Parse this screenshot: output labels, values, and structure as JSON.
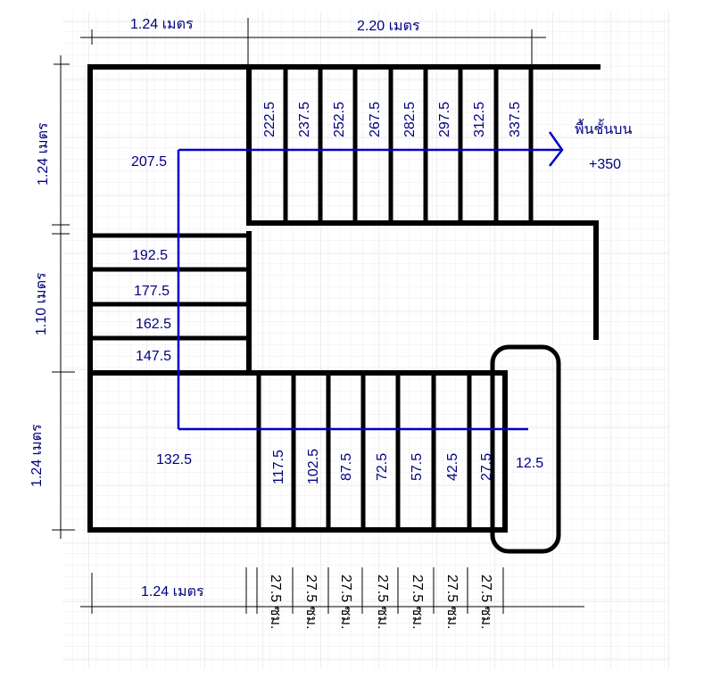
{
  "dimensions": {
    "top_left": "1.24 เมตร",
    "top_right": "2.20 เมตร",
    "left_upper": "1.24 เมตร",
    "left_middle": "1.10 เมตร",
    "left_lower": "1.24 เมตร",
    "bottom_left": "1.24 เมตร",
    "tread_width": "27.5 ซม."
  },
  "levels": {
    "upper_landing": "207.5",
    "upper_flight": [
      "222.5",
      "237.5",
      "252.5",
      "267.5",
      "282.5",
      "297.5",
      "312.5",
      "337.5"
    ],
    "middle_flight": [
      "192.5",
      "177.5",
      "162.5",
      "147.5"
    ],
    "lower_landing": "132.5",
    "lower_flight": [
      "117.5",
      "102.5",
      "87.5",
      "72.5",
      "57.5",
      "42.5",
      "27.5"
    ],
    "start_step": "12.5"
  },
  "upper_floor": {
    "label": "พื้นชั้นบน",
    "level": "+350"
  },
  "colors": {
    "walk_line": "#0000c8",
    "text": "#000080",
    "grid_minor": "#eeeef2",
    "grid_major": "#dcdce4",
    "structure": "#000000"
  }
}
